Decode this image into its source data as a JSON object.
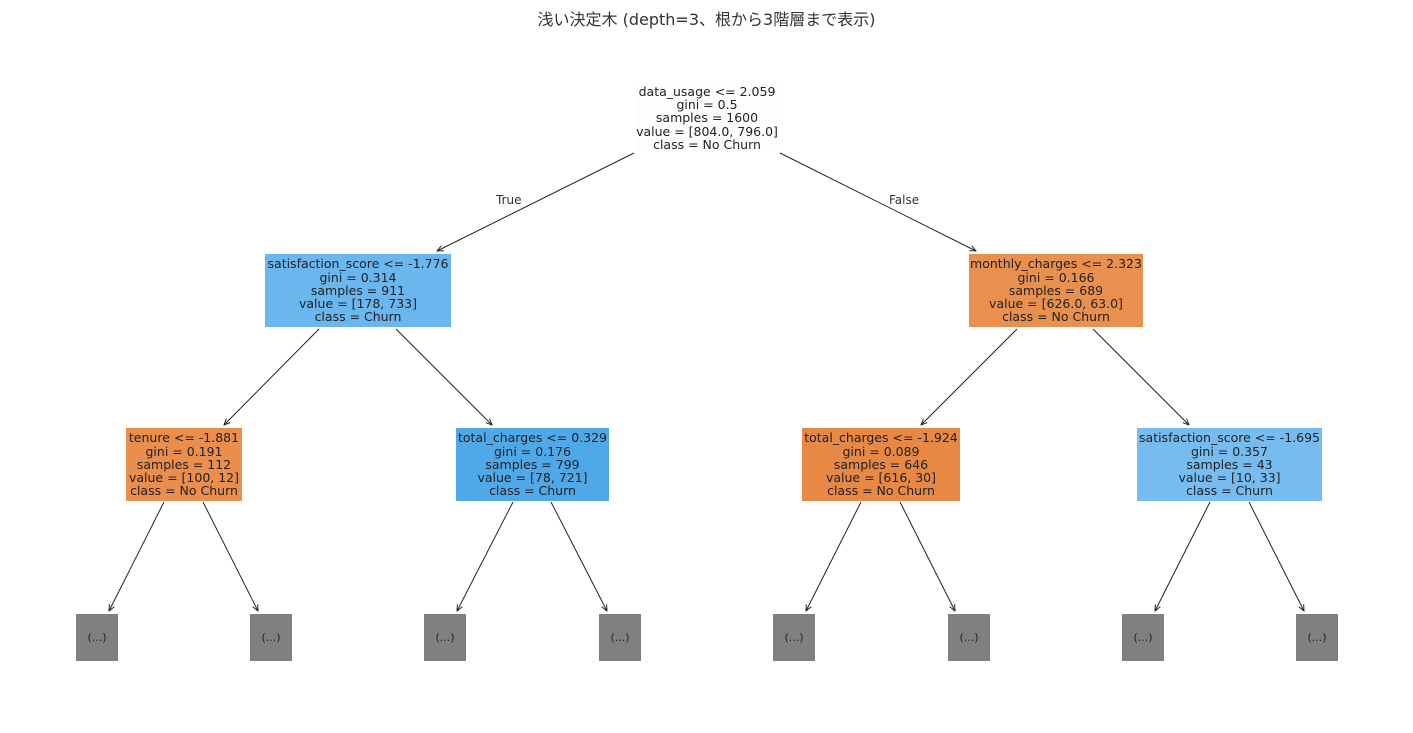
{
  "title": "浅い決定木 (depth=3、根から3階層まで表示)",
  "edge_labels": {
    "true_label": "True",
    "false_label": "False"
  },
  "colors": {
    "churn_strong": "#4ea8e8",
    "churn_mid": "#6ab6ee",
    "churn_light": "#7bbdf0",
    "nochurn_strong": "#e88846",
    "nochurn_mid": "#e9904f",
    "root": "#fffdfb",
    "truncated": "#808080"
  },
  "ellipsis_label": "(...)",
  "nodes": [
    {
      "id": "root",
      "lines": [
        "data_usage <= 2.059",
        "gini = 0.5",
        "samples = 1600",
        "value = [804.0, 796.0]",
        "class = No Churn"
      ],
      "color": "#fffdfb"
    },
    {
      "id": "n1",
      "lines": [
        "satisfaction_score <= -1.776",
        "gini = 0.314",
        "samples = 911",
        "value = [178, 733]",
        "class = Churn"
      ],
      "color": "#6ab6ee"
    },
    {
      "id": "n2",
      "lines": [
        "monthly_charges <= 2.323",
        "gini = 0.166",
        "samples = 689",
        "value = [626.0, 63.0]",
        "class = No Churn"
      ],
      "color": "#e9904f"
    },
    {
      "id": "n3",
      "lines": [
        "tenure <= -1.881",
        "gini = 0.191",
        "samples = 112",
        "value = [100, 12]",
        "class = No Churn"
      ],
      "color": "#e98e4c"
    },
    {
      "id": "n4",
      "lines": [
        "total_charges <= 0.329",
        "gini = 0.176",
        "samples = 799",
        "value = [78, 721]",
        "class = Churn"
      ],
      "color": "#4fa8e8"
    },
    {
      "id": "n5",
      "lines": [
        "total_charges <= -1.924",
        "gini = 0.089",
        "samples = 646",
        "value = [616, 30]",
        "class = No Churn"
      ],
      "color": "#e78845"
    },
    {
      "id": "n6",
      "lines": [
        "satisfaction_score <= -1.695",
        "gini = 0.357",
        "samples = 43",
        "value = [10, 33]",
        "class = Churn"
      ],
      "color": "#76bcf0"
    }
  ]
}
